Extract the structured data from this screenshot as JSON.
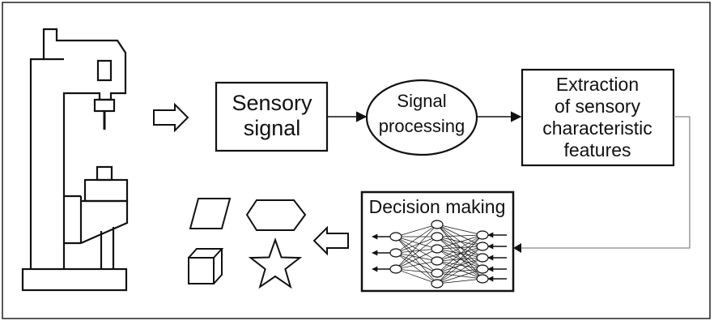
{
  "diagram": {
    "sensory_signal": [
      "Sensory",
      "signal"
    ],
    "signal_processing": [
      "Signal",
      "processing"
    ],
    "extraction": [
      "Extraction",
      "of sensory",
      "characteristic",
      "features"
    ],
    "decision_making": "Decision making"
  },
  "colors": {
    "stroke": "#111111",
    "gray": "#888888",
    "background": "#ffffff"
  },
  "icons": [
    "machine-tool-icon",
    "parallelogram-icon",
    "hexagon-icon",
    "cube-icon",
    "star-icon",
    "neural-network-icon"
  ]
}
